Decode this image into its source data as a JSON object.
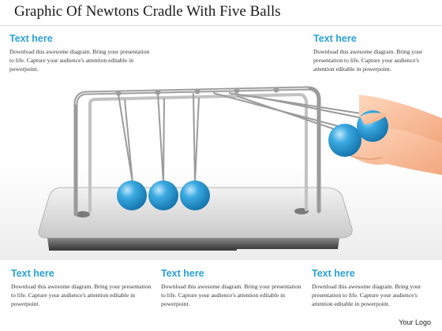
{
  "title": "Graphic Of Newtons Cradle With Five Balls",
  "accent_color": "#2aa0d8",
  "ball_color": "#3aa9e0",
  "text_blocks": [
    {
      "heading": "Text here",
      "body": "Download this awesome diagram. Bring your presentation to life. Capture your audience's attention editable in powerpoint."
    },
    {
      "heading": "Text here",
      "body": "Download this awesome diagram. Bring your presentation to life. Capture your audience's attention editable in powerpoint."
    },
    {
      "heading": "Text here",
      "body": "Download this awesome diagram. Bring your presentation to life. Capture your audience's attention editable in powerpoint."
    },
    {
      "heading": "Text here",
      "body": "Download this awesome diagram. Bring your presentation to life. Capture your audience's attention editable in powerpoint."
    },
    {
      "heading": "Text here",
      "body": "Download this awesome diagram. Bring your presentation to life. Capture your audience's attention editable in powerpoint."
    }
  ],
  "logo": "Your Logo"
}
